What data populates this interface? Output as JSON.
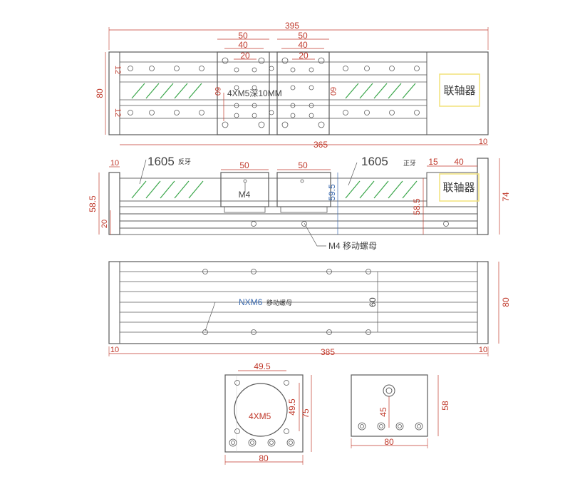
{
  "colors": {
    "outline": "#5a5a5a",
    "dimension": "#c0392b",
    "screw_hatch": "#3aa64a",
    "coupling_box": "#f2e27a",
    "label_blue": "#3a6ab0"
  },
  "top_view": {
    "overall_length": "395",
    "carriage_width_left": "50",
    "carriage_width_right": "50",
    "hole_span_left": "40",
    "hole_span_right": "40",
    "hole_pitch_left": "20",
    "hole_pitch_right": "20",
    "height": "80",
    "rail_offset_top": "12",
    "rail_offset_bottom": "12",
    "carriage_height_left": "60",
    "carriage_height_right": "60",
    "mount_holes": "4XM5深10MM",
    "coupling_label": "联轴器",
    "stroke": "365",
    "end_plate": "10"
  },
  "side_view": {
    "end_left": "10",
    "screw_left": "1605",
    "screw_left_suffix": "反牙",
    "carriage_left": "50",
    "carriage_right": "50",
    "screw_right": "1605",
    "screw_right_suffix": "正牙",
    "gap": "15",
    "motor_seat": "40",
    "center_height_left": "58.5",
    "base_height": "20",
    "center_height_mid": "59.5",
    "center_height_right": "58.5",
    "overall_height": "74",
    "carriage_thread": "M4",
    "coupling_label": "联轴器",
    "nut_callout": "M4 移动螺母"
  },
  "bottom_view": {
    "nut_callout_main": "NXM6",
    "nut_callout_suffix": "移动螺母",
    "hole_spacing": "60",
    "width": "80",
    "end_left": "10",
    "length": "385",
    "end_right": "10"
  },
  "end_view_motor": {
    "hole_span": "49.5",
    "hole_span_vertical": "49.5",
    "holes": "4XM5",
    "height": "75",
    "width": "80"
  },
  "end_view_tail": {
    "shaft_height": "45",
    "height": "58",
    "width": "80"
  }
}
